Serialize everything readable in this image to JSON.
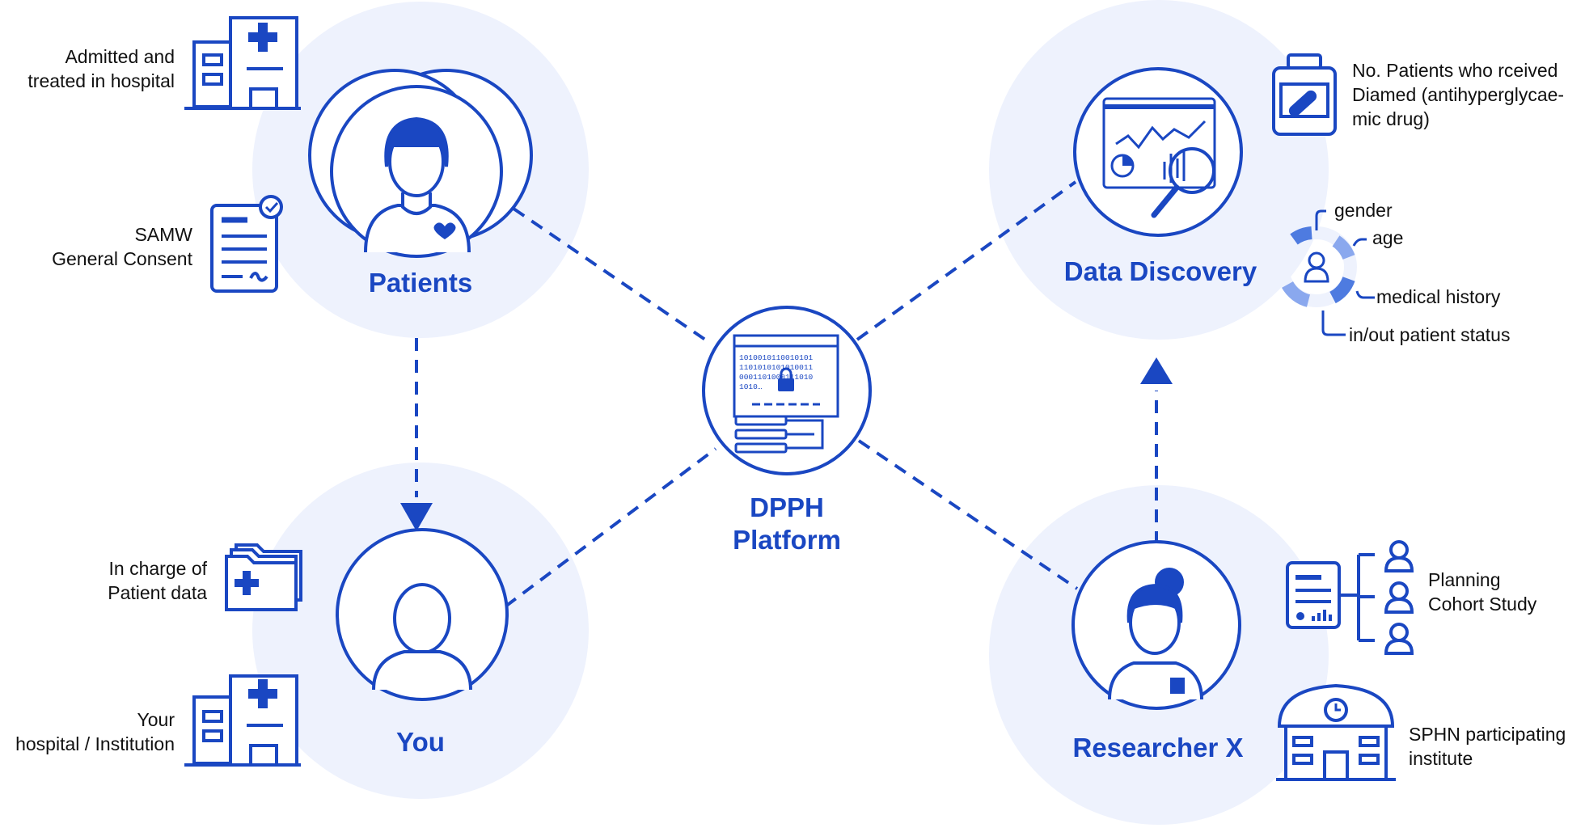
{
  "colors": {
    "primary": "#1a47c2",
    "halo": "#eef2fd",
    "text": "#111111"
  },
  "nodes": {
    "patients": "Patients",
    "you": "You",
    "platform": [
      "DPPH",
      "Platform"
    ],
    "discovery": "Data Discovery",
    "researcher": "Researcher X"
  },
  "annotations": {
    "admitted": [
      "Admitted and",
      "treated in hospital"
    ],
    "consent": [
      "SAMW",
      "General Consent"
    ],
    "in_charge": [
      "In charge of",
      "Patient data"
    ],
    "your_hospital": [
      "Your",
      "hospital / Institution"
    ],
    "no_patients": [
      "No. Patients who rceived",
      "Diamed (antihyperglycae-",
      "mic drug)"
    ],
    "attributes": {
      "gender": "gender",
      "age": "age",
      "history": "medical history",
      "status": "in/out patient status"
    },
    "planning": [
      "Planning",
      "Cohort Study"
    ],
    "sphn": [
      "SPHN participating",
      "institute"
    ]
  },
  "platform_screen": {
    "binary_rows": [
      "1010010110010101",
      "1101010101010011",
      "0001101000111010",
      "1010…"
    ]
  },
  "icons": {
    "hospital_top": "hospital-icon",
    "consent": "consent-document-icon",
    "folder": "medical-folder-icon",
    "hospital_bottom": "hospital-icon",
    "patient": "patient-avatar-icon",
    "you": "person-icon",
    "server": "secure-server-icon",
    "analytics": "analytics-magnifier-icon",
    "researcher": "researcher-icon",
    "medication": "medication-bottle-icon",
    "profile": "patient-profile-icon",
    "cohort": "cohort-report-icon",
    "institute": "institute-building-icon"
  }
}
